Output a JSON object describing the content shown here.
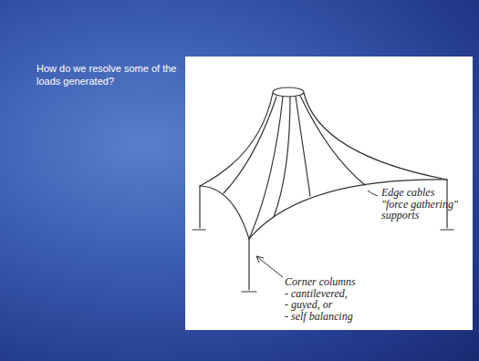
{
  "diagram": {
    "labels": [
      "How do we resolve some of the loads generated?",
      "Edge cables \"force gathering\" supports",
      "Corner columns - cantilevered, - guyed, or - self balancing"
    ]
  }
}
